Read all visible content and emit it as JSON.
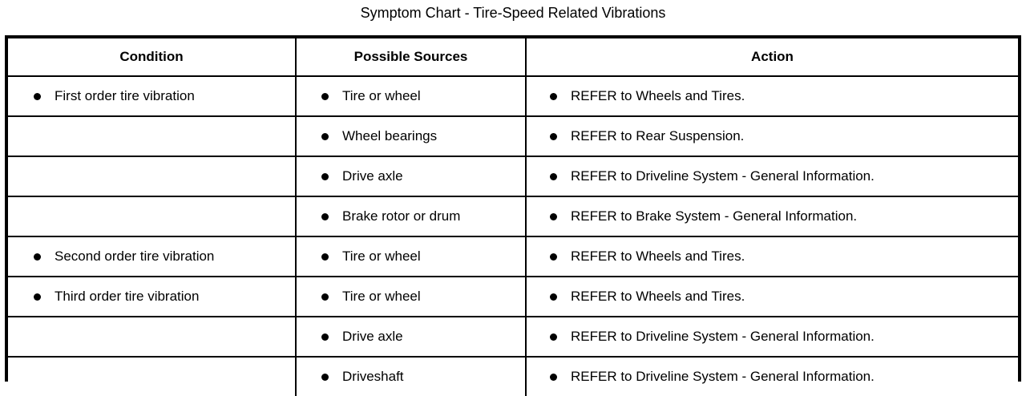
{
  "title": "Symptom Chart - Tire-Speed Related Vibrations",
  "table": {
    "headers": {
      "condition": "Condition",
      "sources": "Possible Sources",
      "action": "Action"
    },
    "bullet_glyph": "filled-round-bullet",
    "rows": [
      {
        "condition": "First order tire vibration",
        "source": "Tire or wheel",
        "action": "REFER to Wheels and Tires."
      },
      {
        "condition": "",
        "source": "Wheel bearings",
        "action": "REFER to Rear Suspension."
      },
      {
        "condition": "",
        "source": "Drive axle",
        "action": "REFER to Driveline System - General Information."
      },
      {
        "condition": "",
        "source": "Brake rotor or drum",
        "action": "REFER to Brake System - General Information."
      },
      {
        "condition": "Second order tire vibration",
        "source": "Tire or wheel",
        "action": "REFER to Wheels and Tires."
      },
      {
        "condition": "Third order tire vibration",
        "source": "Tire or wheel",
        "action": "REFER to Wheels and Tires."
      },
      {
        "condition": "",
        "source": "Drive axle",
        "action": "REFER to Driveline System - General Information."
      },
      {
        "condition": "",
        "source": "Driveshaft",
        "action": "REFER to Driveline System - General Information."
      }
    ]
  },
  "colors": {
    "text": "#000000",
    "background": "#ffffff",
    "border": "#000000"
  }
}
